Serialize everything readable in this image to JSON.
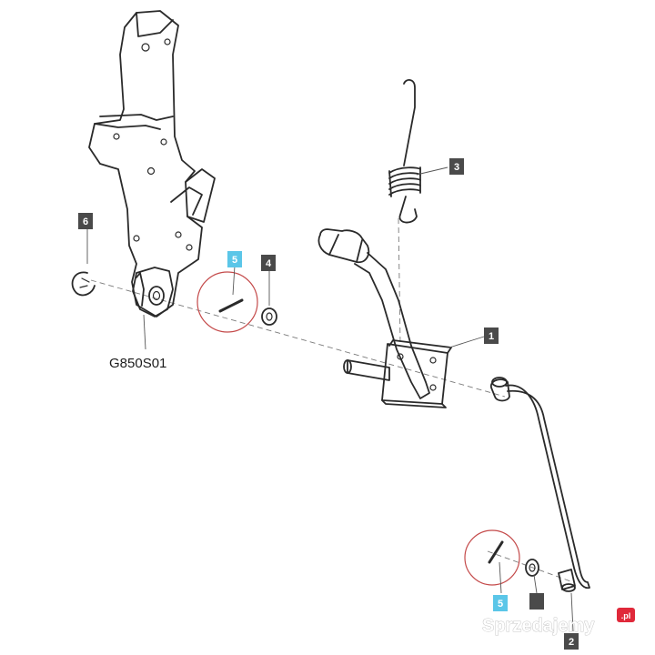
{
  "diagram": {
    "assembly_code": "G850S01",
    "callouts": [
      {
        "number": "1",
        "style": "dark"
      },
      {
        "number": "2",
        "style": "dark"
      },
      {
        "number": "3",
        "style": "dark"
      },
      {
        "number": "4",
        "style": "dark"
      },
      {
        "number": "5",
        "style": "highlight"
      },
      {
        "number": "5",
        "style": "highlight"
      },
      {
        "number": "6",
        "style": "dark"
      }
    ],
    "colors": {
      "dark_callout_bg": "#4a4a4a",
      "dark_callout_text": "#ffffff",
      "highlight_callout_bg": "#5bc6e8",
      "highlight_callout_text": "#ffffff",
      "circle_highlight": "#c44a4a"
    }
  },
  "watermark": {
    "text": "Sprzedajemy",
    "suffix": ".pl"
  }
}
